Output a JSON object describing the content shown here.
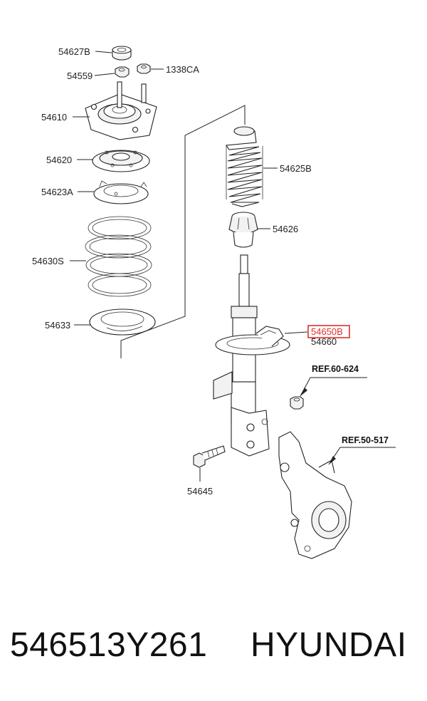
{
  "diagram": {
    "labels": {
      "p54627B": "54627B",
      "p54559": "54559",
      "p1338CA": "1338CA",
      "p54610": "54610",
      "p54620": "54620",
      "p54623A": "54623A",
      "p54630S": "54630S",
      "p54633": "54633",
      "p54625B": "54625B",
      "p54626": "54626",
      "p54650B": "54650B",
      "p54660": "54660",
      "p54645": "54645",
      "ref60624": "REF.60-624",
      "ref50517": "REF.50-517"
    },
    "highlight_color": "#e0322d"
  },
  "footer": {
    "part_number": "546513Y261",
    "brand": "HYUNDAI"
  }
}
